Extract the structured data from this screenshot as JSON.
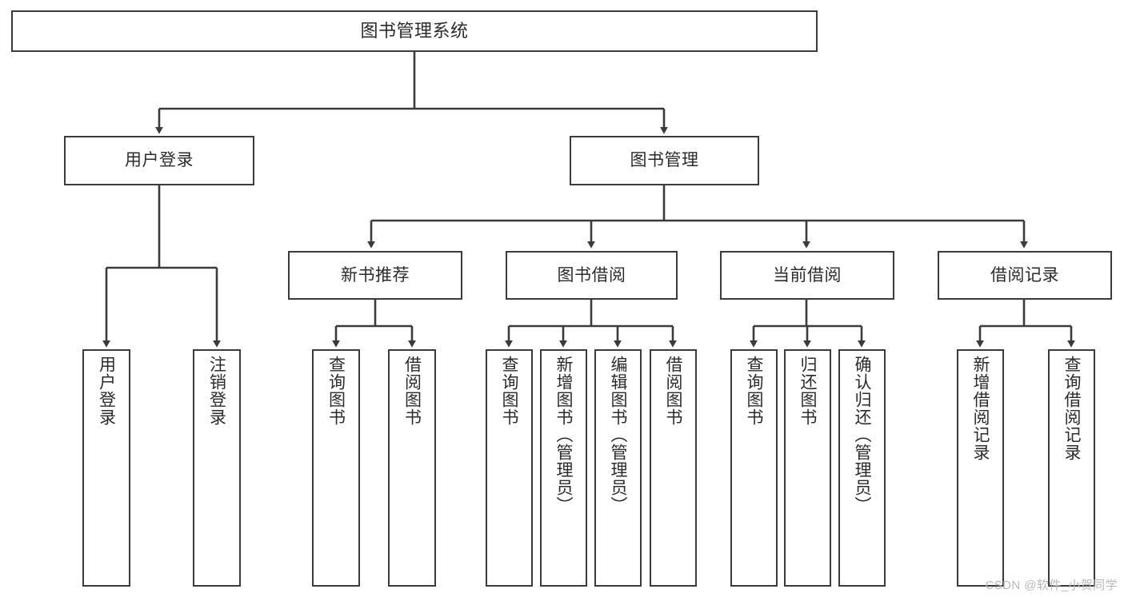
{
  "diagram": {
    "type": "tree",
    "title": "图书管理系统",
    "background_color": "#ffffff",
    "line_color": "#3b3b3b",
    "text_color": "#2b2b2b",
    "root": {
      "id": "root",
      "label": "图书管理系统",
      "orientation": "horizontal"
    },
    "level2": [
      {
        "id": "user-login",
        "label": "用户登录",
        "orientation": "horizontal"
      },
      {
        "id": "book-manage",
        "label": "图书管理",
        "orientation": "horizontal"
      }
    ],
    "level3": [
      {
        "id": "new-book-recommend",
        "label": "新书推荐",
        "orientation": "horizontal",
        "parent": "book-manage"
      },
      {
        "id": "book-borrow",
        "label": "图书借阅",
        "orientation": "horizontal",
        "parent": "book-manage"
      },
      {
        "id": "current-borrow",
        "label": "当前借阅",
        "orientation": "horizontal",
        "parent": "book-manage"
      },
      {
        "id": "borrow-record",
        "label": "借阅记录",
        "orientation": "horizontal",
        "parent": "book-manage"
      }
    ],
    "leaves": [
      {
        "id": "leaf-user-login",
        "label": "用户登录",
        "orientation": "vertical",
        "parent": "user-login"
      },
      {
        "id": "leaf-logout-login",
        "label": "注销登录",
        "orientation": "vertical",
        "parent": "user-login"
      },
      {
        "id": "leaf-query-book-1",
        "label": "查询图书",
        "orientation": "vertical",
        "parent": "new-book-recommend"
      },
      {
        "id": "leaf-borrow-book-1",
        "label": "借阅图书",
        "orientation": "vertical",
        "parent": "new-book-recommend"
      },
      {
        "id": "leaf-query-book-2",
        "label": "查询图书",
        "orientation": "vertical",
        "parent": "book-borrow"
      },
      {
        "id": "leaf-add-book-admin",
        "label": "新增图书（管理员）",
        "orientation": "vertical",
        "parent": "book-borrow"
      },
      {
        "id": "leaf-edit-book-admin",
        "label": "编辑图书（管理员）",
        "orientation": "vertical",
        "parent": "book-borrow"
      },
      {
        "id": "leaf-borrow-book-2",
        "label": "借阅图书",
        "orientation": "vertical",
        "parent": "book-borrow"
      },
      {
        "id": "leaf-query-book-3",
        "label": "查询图书",
        "orientation": "vertical",
        "parent": "current-borrow"
      },
      {
        "id": "leaf-return-book",
        "label": "归还图书",
        "orientation": "vertical",
        "parent": "current-borrow"
      },
      {
        "id": "leaf-confirm-return-admin",
        "label": "确认归还（管理员）",
        "orientation": "vertical",
        "parent": "current-borrow"
      },
      {
        "id": "leaf-add-borrow-record",
        "label": "新增借阅记录",
        "orientation": "vertical",
        "parent": "borrow-record"
      },
      {
        "id": "leaf-query-borrow-record",
        "label": "查询借阅记录",
        "orientation": "vertical",
        "parent": "borrow-record"
      }
    ]
  },
  "watermark": {
    "text": "CSDN @软件_小贺同学"
  }
}
